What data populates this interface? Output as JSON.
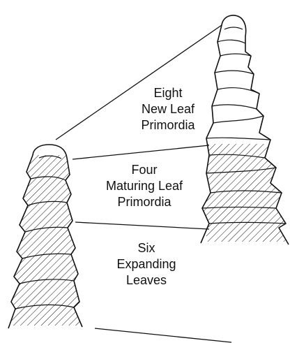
{
  "labels": {
    "eight": [
      "Eight",
      "New Leaf",
      "Primordia"
    ],
    "four": [
      "Four",
      "Maturing Leaf",
      "Primordia"
    ],
    "six": [
      "Six",
      "Expanding",
      "Leaves"
    ]
  },
  "colors": {
    "ink": "#111111",
    "background": "#ffffff"
  }
}
